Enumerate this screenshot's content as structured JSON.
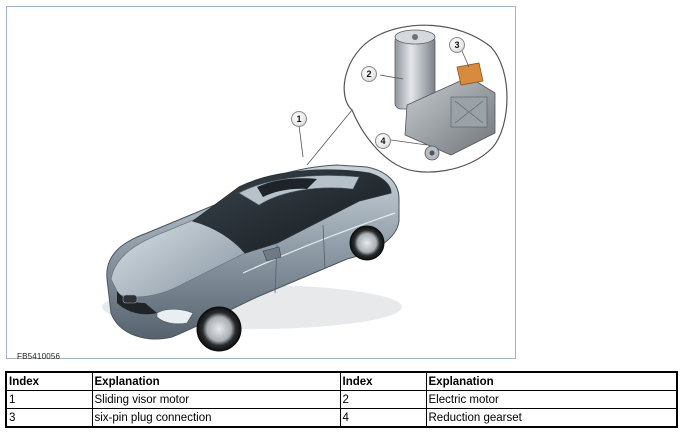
{
  "figure": {
    "code": "FB5410056",
    "callouts": [
      "1",
      "2",
      "3",
      "4"
    ]
  },
  "legend": {
    "headers": [
      "Index",
      "Explanation",
      "Index",
      "Explanation"
    ],
    "rows": [
      [
        "1",
        "Sliding visor motor",
        "2",
        "Electric motor"
      ],
      [
        "3",
        "six-pin plug connection",
        "4",
        "Reduction gearset"
      ]
    ]
  }
}
